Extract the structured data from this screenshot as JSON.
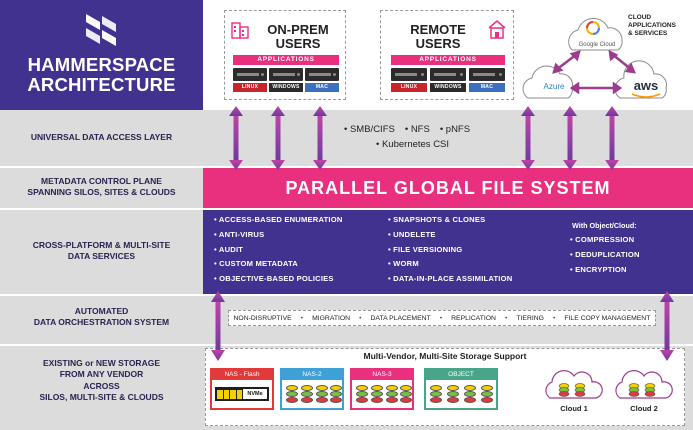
{
  "brand": {
    "title_line1": "HAMMERSPACE",
    "title_line2": "ARCHITECTURE",
    "logo": "hammerspace-logo"
  },
  "users": {
    "onprem": {
      "title_line1": "ON-PREM",
      "title_line2": "USERS",
      "apps": "APPLICATIONS",
      "os": [
        "LINUX",
        "WINDOWS",
        "MAC"
      ]
    },
    "remote": {
      "title_line1": "REMOTE",
      "title_line2": "USERS",
      "apps": "APPLICATIONS",
      "os": [
        "LINUX",
        "WINDOWS",
        "MAC"
      ]
    }
  },
  "clouds": {
    "heading_line1": "CLOUD",
    "heading_line2": "APPLICATIONS",
    "heading_line3": "& SERVICES",
    "google": "Google Cloud",
    "azure": "Azure",
    "aws": "aws"
  },
  "rows": {
    "access": "UNIVERSAL DATA ACCESS LAYER",
    "metadata_line1": "METADATA CONTROL PLANE",
    "metadata_line2": "SPANNING SILOS, SITES & CLOUDS",
    "services_line1": "CROSS-PLATFORM & MULTI-SITE",
    "services_line2": "DATA SERVICES",
    "orch_line1": "AUTOMATED",
    "orch_line2": "DATA ORCHESTRATION SYSTEM",
    "storage_line1": "EXISTING or NEW STORAGE",
    "storage_line2": "FROM ANY VENDOR",
    "storage_line3": "ACROSS",
    "storage_line4": "SILOS, MULTI-SITE & CLOUDS"
  },
  "protocols": {
    "smb": "SMB/CIFS",
    "nfs": "NFS",
    "pnfs": "pNFS",
    "k8s": "Kubernetes CSI"
  },
  "pgfs": "PARALLEL GLOBAL FILE SYSTEM",
  "services": {
    "col1": [
      "ACCESS-BASED ENUMERATION",
      "ANTI-VIRUS",
      "AUDIT",
      "CUSTOM METADATA",
      "OBJECTIVE-BASED POLICIES"
    ],
    "col2": [
      "SNAPSHOTS & CLONES",
      "UNDELETE",
      "FILE VERSIONING",
      "WORM",
      "DATA-IN-PLACE ASSIMILATION"
    ],
    "col3_heading": "With Object/Cloud:",
    "col3": [
      "COMPRESSION",
      "DEDUPLICATION",
      "ENCRYPTION"
    ]
  },
  "orchestration": [
    "NON-DISRUPTIVE",
    "MIGRATION",
    "DATA PLACEMENT",
    "REPLICATION",
    "TIERING",
    "FILE COPY MANAGEMENT"
  ],
  "storage": {
    "title": "Multi-Vendor, Multi-Site Storage Support",
    "nas_flash": "NAS - Flash",
    "nvme": "NVMe",
    "nas2": "NAS-2",
    "nas3": "NAS-3",
    "object": "OBJECT",
    "cloud1": "Cloud 1",
    "cloud2": "Cloud 2"
  },
  "colors": {
    "purple": "#42328f",
    "magenta": "#e8307e",
    "grey_band": "#dcdcdc",
    "nas_flash": "#e23a3a",
    "nas2": "#3fa0d8",
    "nas3": "#e8307e",
    "object": "#49a58a"
  }
}
